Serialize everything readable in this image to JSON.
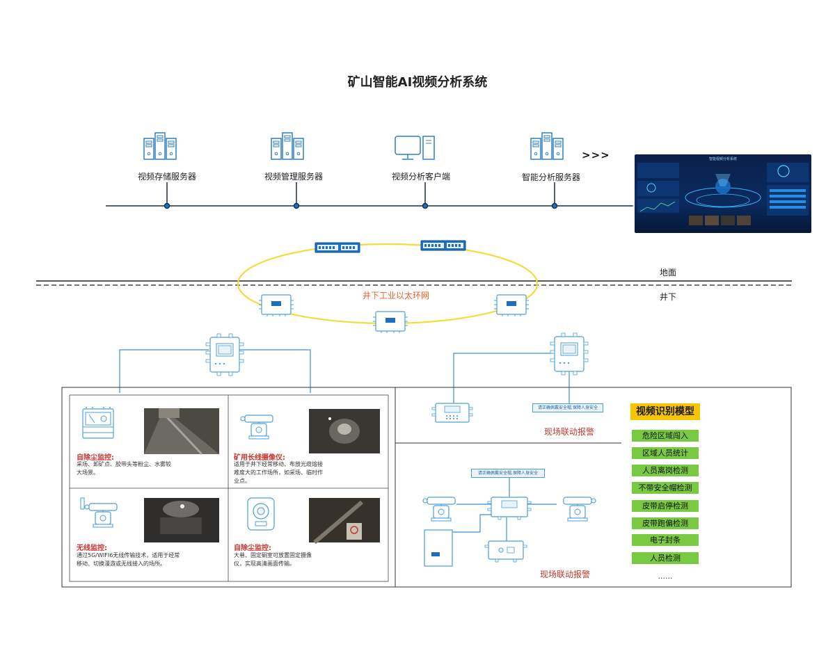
{
  "title": "矿山智能AI视频分析系统",
  "servers": [
    {
      "label": "视频存储服务器",
      "icon": "server-rack-icon"
    },
    {
      "label": "视频管理服务器",
      "icon": "server-rack-icon"
    },
    {
      "label": "视频分析客户端",
      "icon": "desktop-computer-icon"
    },
    {
      "label": "智能分析服务器",
      "icon": "server-rack-icon"
    }
  ],
  "arrows": ">>>",
  "layers": {
    "above": "地面",
    "below": "井下"
  },
  "ring": {
    "label": "井下工业以太环网"
  },
  "dashboard": {
    "title": "智能视频分析系统"
  },
  "cameras": [
    {
      "title": "自除尘监控:",
      "desc": "采场、卸矿点、胶带头等粉尘、水雾较大场景。",
      "icon": "dustproof-camera-icon"
    },
    {
      "title": "矿用长线摄像仪:",
      "desc": "适用于井下经常移动、布放光缆熔接难度大的工作场所，如采场、临时作业点。",
      "icon": "ptz-camera-icon"
    },
    {
      "title": "无线监控:",
      "desc": "通过5G/WIFI6无线传输技术，适用于经常移动、切换漫游或无线接入的场所。",
      "icon": "wireless-camera-icon"
    },
    {
      "title": "自除尘监控:",
      "desc": "大巷、固定硐室可放置固定摄像仪，实现高清画面传输。",
      "icon": "dome-camera-icon"
    }
  ],
  "alarm": {
    "sign_text": "请正确佩戴安全帽,保障人身安全",
    "label_top": "现场联动报警",
    "label_bottom": "现场联动报警"
  },
  "models": {
    "title": "视频识别模型",
    "items": [
      "危险区域闯入",
      "区域人员统计",
      "人员离岗检测",
      "不带安全帽检测",
      "皮带启停检测",
      "皮带跑偏检测",
      "电子封条",
      "人员检测"
    ],
    "more": "......"
  },
  "colors": {
    "network": "#1a2a44",
    "device": "#2f7fc1",
    "ring": "#f2dd3b",
    "model_title": "#f7c600",
    "model_item": "#7ac943",
    "alarm_text": "#c0392b",
    "ring_text": "#e8622b"
  }
}
